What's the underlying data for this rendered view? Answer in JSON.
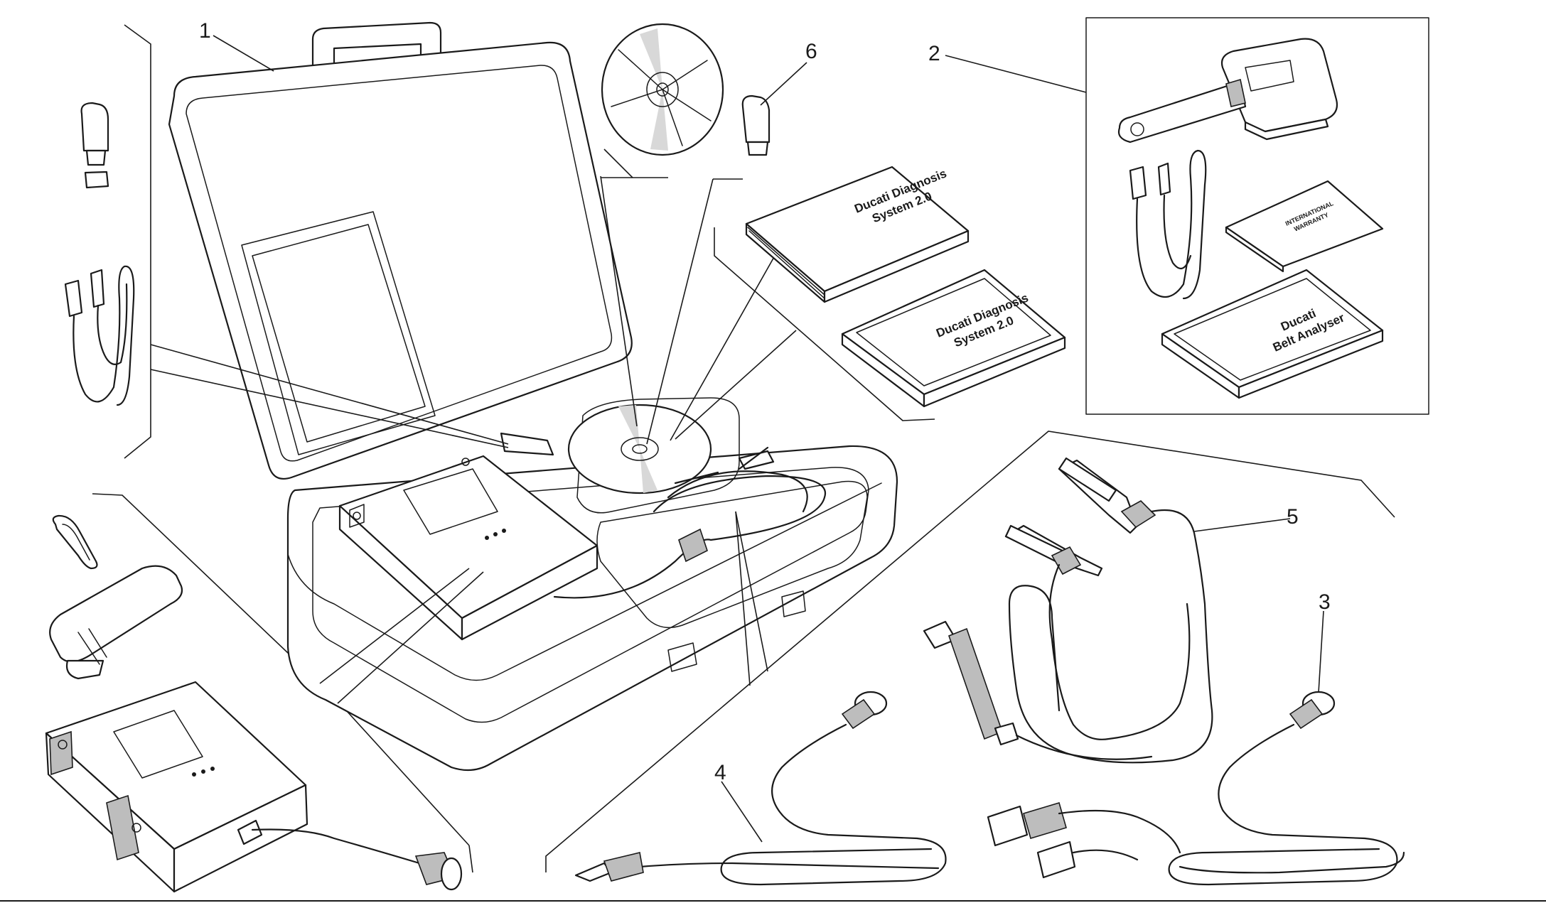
{
  "callouts": {
    "c1": "1",
    "c2": "2",
    "c3": "3",
    "c4": "4",
    "c5": "5",
    "c6": "6"
  },
  "manuals": {
    "manual_a_title": "Ducati Diagnosis",
    "manual_a_subtitle": "System 2.0",
    "manual_b_title": "Ducati Diagnosis",
    "manual_b_subtitle": "System 2.0",
    "warranty_line1": "INTERNATIONAL",
    "warranty_line2": "WARRANTY",
    "analyser_line1": "Ducati",
    "analyser_line2": "Belt Analyser"
  }
}
